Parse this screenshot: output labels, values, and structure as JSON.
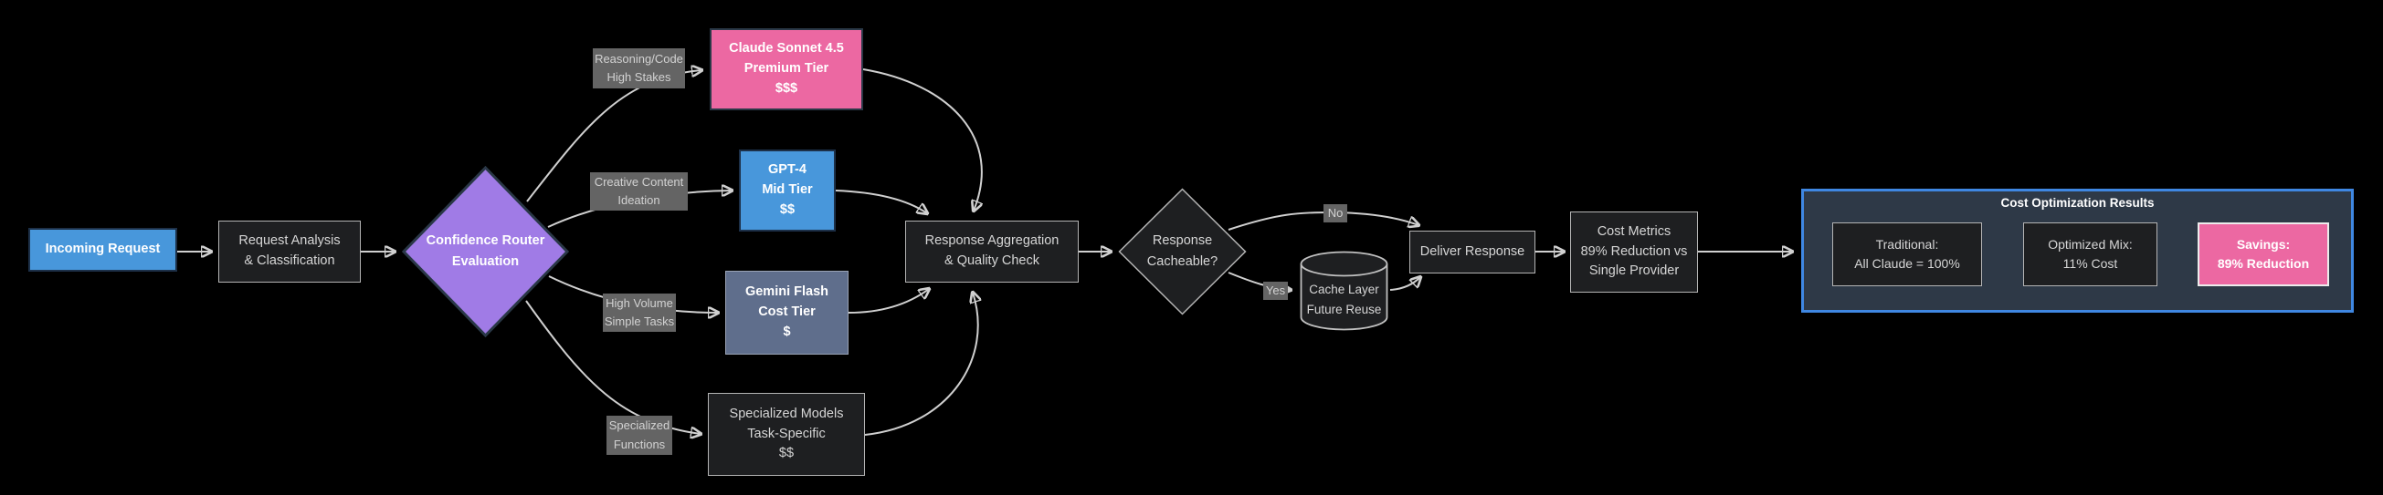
{
  "colors": {
    "background": "#000000",
    "node_dark_fill": "#1e1f21",
    "node_dark_border": "#b4b4b4",
    "node_dark_text": "#d6d6d6",
    "blue_fill": "#4897db",
    "pink_fill": "#ec68a2",
    "purple_fill": "#a07be6",
    "slate_fill": "#5f6e8c",
    "edge_line": "#d0d0d0",
    "edge_label_bg": "#646464",
    "edge_label_text": "#d2d2d2",
    "subgraph_bg": "#2e3947",
    "subgraph_border": "#3f87e2"
  },
  "nodes": {
    "incoming": [
      "Incoming Request"
    ],
    "analysis": [
      "Request Analysis",
      "& Classification"
    ],
    "router": [
      "Confidence Router",
      "Evaluation"
    ],
    "claude": [
      "Claude Sonnet 4.5",
      "Premium Tier",
      "$$$"
    ],
    "gpt4": [
      "GPT-4",
      "Mid Tier",
      "$$"
    ],
    "gemini": [
      "Gemini Flash",
      "Cost Tier",
      "$"
    ],
    "specialized": [
      "Specialized Models",
      "Task-Specific",
      "$$"
    ],
    "aggregation": [
      "Response Aggregation",
      "& Quality Check"
    ],
    "cacheable": [
      "Response",
      "Cacheable?"
    ],
    "cache": [
      "Cache Layer",
      "Future Reuse"
    ],
    "deliver": [
      "Deliver Response"
    ],
    "metrics": [
      "Cost Metrics",
      "89% Reduction vs",
      "Single Provider"
    ]
  },
  "edge_labels": {
    "reasoning": [
      "Reasoning/Code",
      "High Stakes"
    ],
    "creative": [
      "Creative Content",
      "Ideation"
    ],
    "volume": [
      "High Volume",
      "Simple Tasks"
    ],
    "functions": [
      "Specialized",
      "Functions"
    ],
    "no": "No",
    "yes": "Yes"
  },
  "results": {
    "title": "Cost Optimization Results",
    "traditional": [
      "Traditional:",
      "All Claude = 100%"
    ],
    "optimized": [
      "Optimized Mix:",
      "11% Cost"
    ],
    "savings": [
      "Savings:",
      "89% Reduction"
    ]
  }
}
